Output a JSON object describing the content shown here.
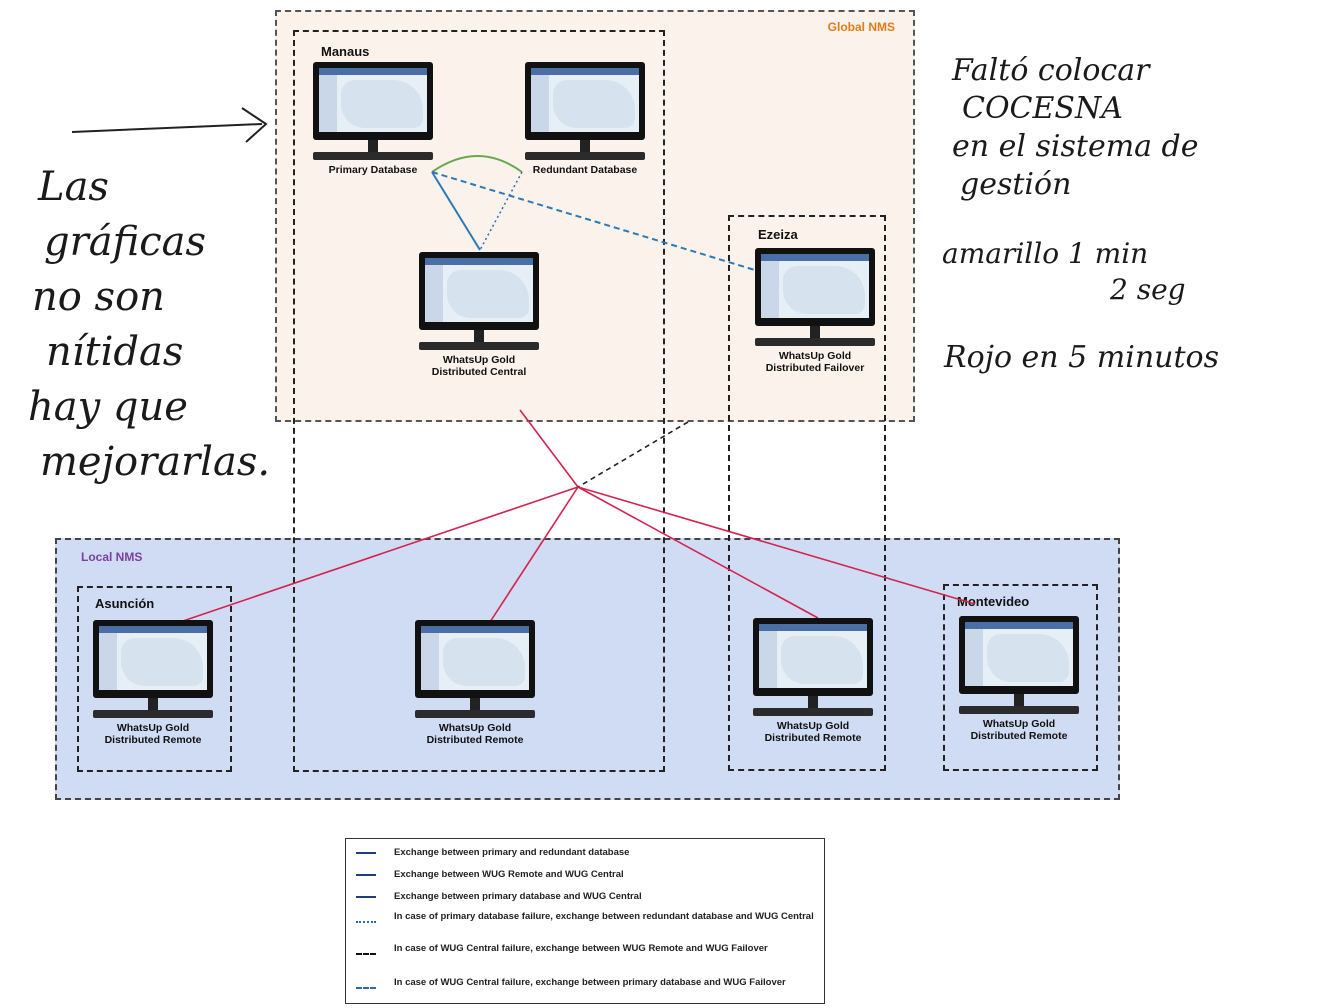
{
  "zones": {
    "global_label": "Global NMS",
    "local_label": "Local NMS"
  },
  "sites": {
    "manaus": "Manaus",
    "ezeiza": "Ezeiza",
    "asuncion": "Asunción",
    "montevideo": "Montevideo"
  },
  "nodes": {
    "primary_db": "Primary Database",
    "redundant_db": "Redundant Database",
    "central": "WhatsUp Gold\nDistributed Central",
    "failover": "WhatsUp Gold\nDistributed Failover",
    "remote_asuncion": "WhatsUp Gold\nDistributed Remote",
    "remote_center": "WhatsUp Gold\nDistributed Remote",
    "remote_ezeiza": "WhatsUp Gold\nDistributed Remote",
    "remote_montevideo": "WhatsUp Gold\nDistributed Remote"
  },
  "legend": [
    {
      "text": "Exchange between primary and redundant database",
      "color": "#1f3f7a",
      "style": "solid"
    },
    {
      "text": "Exchange between WUG Remote and WUG Central",
      "color": "#1f3f7a",
      "style": "solid"
    },
    {
      "text": "Exchange between primary database and WUG Central",
      "color": "#1f3f7a",
      "style": "solid"
    },
    {
      "text": "In case of primary database failure, exchange between redundant database and WUG Central",
      "color": "#2a6bb0",
      "style": "dotted"
    },
    {
      "text": "In case of WUG Central failure, exchange between WUG Remote and WUG Failover",
      "color": "#111111",
      "style": "dashed"
    },
    {
      "text": "In case of WUG Central failure, exchange between primary database and WUG Failover",
      "color": "#2a6bb0",
      "style": "dashed"
    }
  ],
  "handwritten": {
    "left_note": [
      "Las",
      "gráficas",
      "no son",
      "nítidas",
      "hay que",
      "mejorarlas."
    ],
    "right_note_1": [
      "Faltó colocar",
      "COCESNA",
      "en el sistema de",
      "gestión"
    ],
    "right_note_2": [
      "amarillo 1 min",
      "2 seg"
    ],
    "right_note_3": "Rojo en 5 minutos"
  },
  "colors": {
    "global_bg": "#fbf2ec",
    "local_bg": "#cfdcf3",
    "red_link": "#d4234f",
    "blue_link": "#2a7ab8",
    "green_link": "#6aa84f"
  }
}
